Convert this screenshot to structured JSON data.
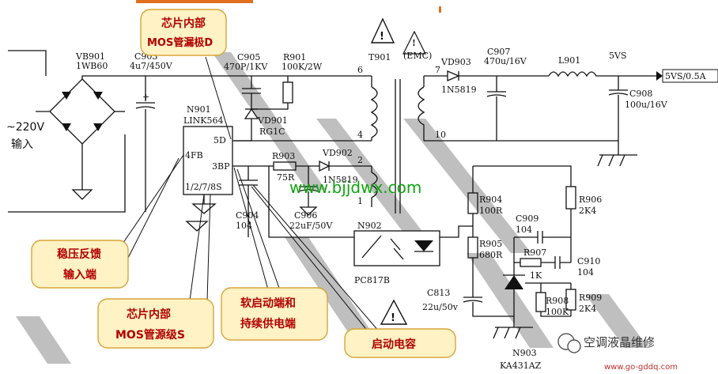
{
  "labels": {
    "vb901": "VB901",
    "vb901_part": "1WB60",
    "c903": "C903",
    "c903_val": "4u7/450V",
    "c905": "C905",
    "c905_val": "470P/1KV",
    "r901": "R901",
    "r901_val": "100K/2W",
    "vd901": "VD901",
    "vd901_part": "RG1C",
    "t901": "T901",
    "emc": "(EMC)",
    "vd903": "VD903",
    "vd903_part": "1N5819",
    "c907": "C907",
    "c907_val": "470u/16V",
    "l901": "L901",
    "out_5vs": "5VS",
    "out_5vs_val": "5VS/0.5A",
    "c908": "C908",
    "c908_val": "100u/16V",
    "n901": "N901",
    "n901_part": "LINK564",
    "pin_5d": "5D",
    "pin_4fb": "4FB",
    "pin_3bp": "3BP",
    "pin_gnd": "1/2/7/8S",
    "r903": "R903",
    "r903_val": "75R",
    "vd902": "VD902",
    "vd902_part": "1N5819",
    "c904": "C904",
    "c904_val": "104",
    "c906": "C906",
    "c906_val": "22uF/50V",
    "n902": "N902",
    "n902_part": "PC817B",
    "r904": "R904",
    "r904_val": "100R",
    "r905": "R905",
    "r905_val": "680R",
    "r906": "R906",
    "r906_val": "2K4",
    "c909": "C909",
    "c909_val": "104",
    "r907": "R907",
    "r907_val": "1K",
    "c910": "C910",
    "c910_val": "104",
    "c813": "C813",
    "c813_val": "22u/50v",
    "r908": "R908",
    "r908_val": "100K",
    "r909": "R909",
    "r909_val": "2K4",
    "n903": "N903",
    "n903_part": "KA431AZ",
    "input_v": "~220V",
    "input_cn": "输入",
    "pin_6": "6",
    "pin_7": "7",
    "pin_4": "4",
    "pin_10": "10",
    "pin_2": "2",
    "pin_1": "1"
  },
  "callouts": {
    "drain_line1": "芯片内部",
    "drain_line2": "MOS管漏极D",
    "feedback_line1": "稳压反馈",
    "feedback_line2": "输入端",
    "source_line1": "芯片内部",
    "source_line2": "MOS管源级S",
    "softstart_line1": "软启动端和",
    "softstart_line2": "持续供电端",
    "startcap": "启动电容"
  },
  "watermark": "www.bjjdwx.com",
  "brand": {
    "name": "空调液晶维修",
    "site_url": "www.go-gddq.com"
  },
  "colors": {
    "callout_fill": "#fff2c4",
    "callout_border": "#d7a53a",
    "callout_text": "#b00000",
    "watermark": "#10a410",
    "stripes": "#8a8a8a"
  }
}
